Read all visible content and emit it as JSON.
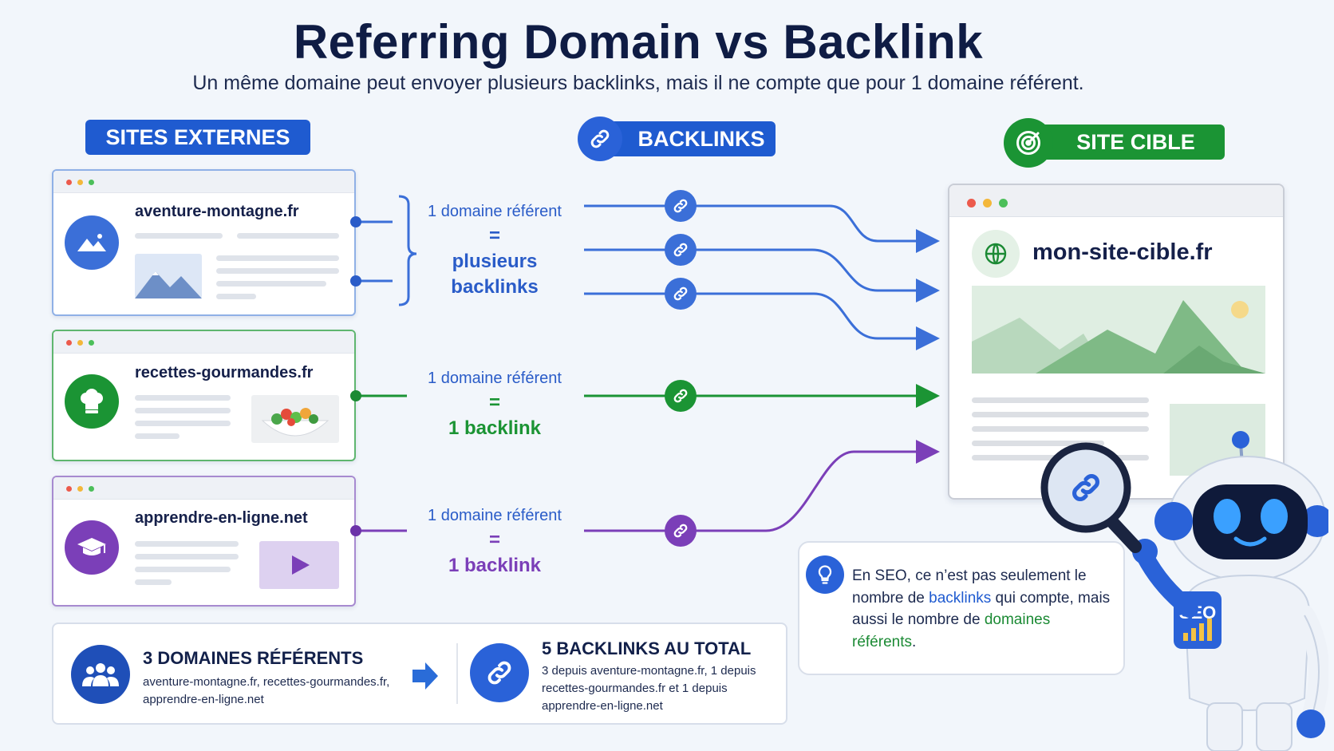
{
  "title": "Referring Domain vs Backlink",
  "subtitle": "Un même domaine peut envoyer plusieurs backlinks, mais il ne compte que pour 1 domaine référent.",
  "headers": {
    "sites_externes": "SITES EXTERNES",
    "backlinks": "BACKLINKS",
    "site_cible": "SITE CIBLE"
  },
  "sites": [
    {
      "domain": "aventure-montagne.fr",
      "color": "#3b6fd8",
      "icon": "mountain-icon"
    },
    {
      "domain": "recettes-gourmandes.fr",
      "color": "#1b9434",
      "icon": "chef-hat-icon"
    },
    {
      "domain": "apprendre-en-ligne.net",
      "color": "#7b3fb8",
      "icon": "graduation-cap-icon"
    }
  ],
  "groups": [
    {
      "top": "1 domaine référent",
      "eq": "=",
      "bottom_1": "plusieurs",
      "bottom_2": "backlinks"
    },
    {
      "top": "1 domaine référent",
      "eq": "=",
      "bottom_1": "1 backlink"
    },
    {
      "top": "1 domaine référent",
      "eq": "=",
      "bottom_1": "1 backlink"
    }
  ],
  "target": {
    "domain": "mon-site-cible.fr",
    "icon": "globe-icon"
  },
  "summary": {
    "domains_title": "3 DOMAINES RÉFÉRENTS",
    "domains_text": "aventure-montagne.fr, recettes-gourmandes.fr, apprendre-en-ligne.net",
    "backlinks_title": "5 BACKLINKS AU TOTAL",
    "backlinks_text": "3 depuis aventure-montagne.fr, 1 depuis recettes-gourmandes.fr et 1 depuis apprendre-en-ligne.net"
  },
  "tip": {
    "part1": "En SEO, ce n’est pas seulement le nombre de ",
    "hl1": "backlinks",
    "part2": " qui compte, mais aussi le nombre de ",
    "hl2": "domaines référents",
    "part3": "."
  },
  "robot": {
    "badge": "SEO"
  },
  "colors": {
    "blue": "#1f5bd0",
    "green": "#1b9434",
    "purple": "#7b3fb8",
    "link_blue": "#3b6fd8"
  }
}
